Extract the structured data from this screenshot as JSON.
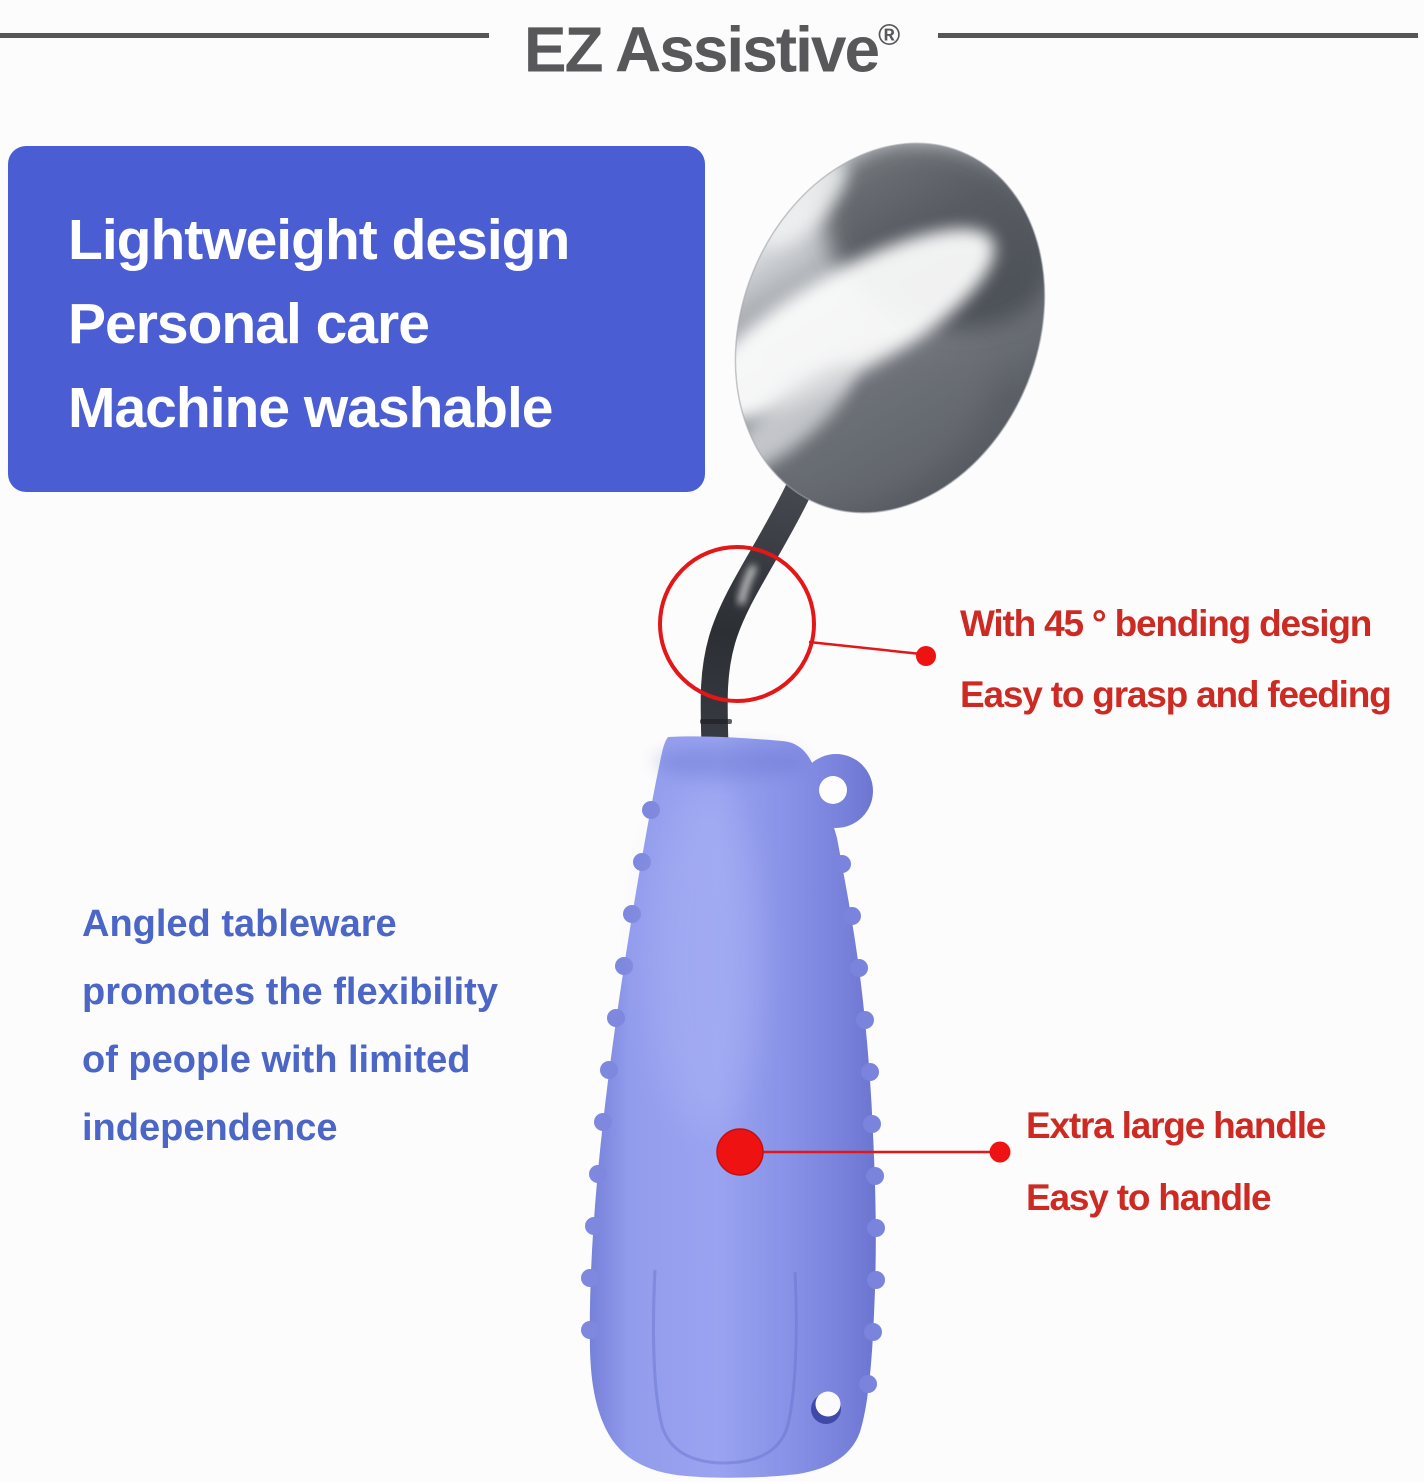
{
  "header": {
    "brand": "EZ Assistive",
    "registered_mark": "®"
  },
  "feature_box": {
    "lines": [
      "Lightweight design",
      "Personal care",
      "Machine washable"
    ]
  },
  "left_note": {
    "lines": [
      "Angled tableware",
      "promotes the flexibility",
      "of people with limited",
      "independence"
    ]
  },
  "bend_callout": {
    "lines": [
      "With 45 ° bending design",
      "Easy to grasp and feeding"
    ]
  },
  "handle_callout": {
    "lines": [
      "Extra large handle",
      "Easy to handle"
    ]
  },
  "colors": {
    "feature_box_blue": "#4a5dd3",
    "handle_blue": "#8b95e8",
    "note_text_blue": "#4b66c6",
    "callout_text_red": "#cd2a23",
    "annotation_red": "#e31717",
    "title_gray": "#58585a",
    "divider_gray": "#565656"
  }
}
